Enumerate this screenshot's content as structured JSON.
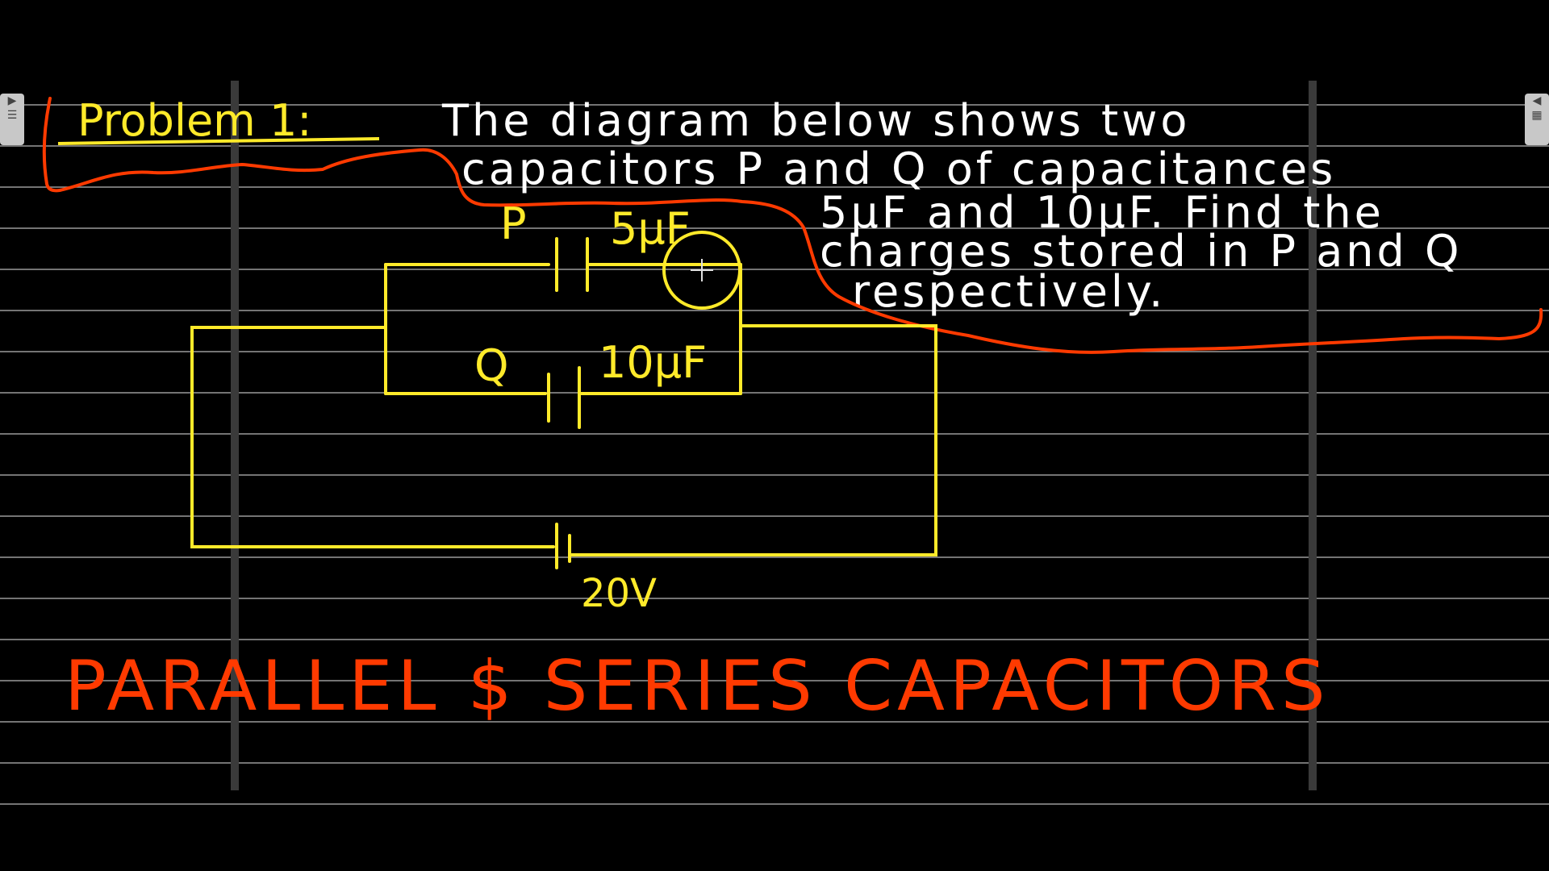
{
  "problem": {
    "label": "Problem 1:",
    "lines": [
      "The diagram below shows two",
      "capacitors P and Q of capacitances",
      "5µF and 10µF. Find the",
      "charges stored in P and Q",
      "respectively."
    ]
  },
  "circuit": {
    "cap_p_label": "P",
    "cap_p_value": "5µF",
    "cap_q_label": "Q",
    "cap_q_value": "10µF",
    "battery_value": "20V"
  },
  "title": "PARALLEL $ SERIES CAPACITORS",
  "colors": {
    "background": "#000000",
    "ruled_lines": "#9a9a9a",
    "margin_lines": "#3a3a3a",
    "problem_text": "#ffffff",
    "circuit": "#ffea2a",
    "highlight": "#ff3a00"
  },
  "ui": {
    "left_tab_icon": "panel-expand-icon",
    "right_tab_icon": "panel-collapse-icon"
  }
}
